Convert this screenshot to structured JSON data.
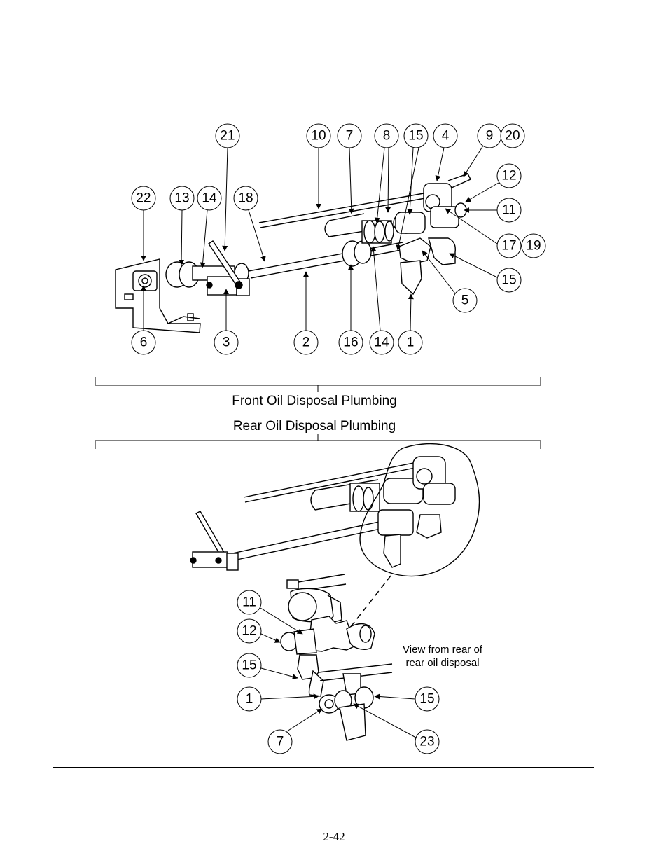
{
  "sections": {
    "front_title": "Front Oil Disposal Plumbing",
    "rear_title": "Rear Oil Disposal Plumbing"
  },
  "view_note": {
    "line1": "View from rear of",
    "line2": "rear oil disposal"
  },
  "front_callouts": [
    "21",
    "10",
    "7",
    "8",
    "15",
    "4",
    "9",
    "20",
    "12",
    "11",
    "17",
    "19",
    "15",
    "5",
    "22",
    "13",
    "14",
    "18",
    "6",
    "3",
    "2",
    "16",
    "14",
    "1"
  ],
  "rear_callouts": [
    "11",
    "12",
    "15",
    "1",
    "7",
    "15",
    "23"
  ],
  "page_number": "2-42"
}
